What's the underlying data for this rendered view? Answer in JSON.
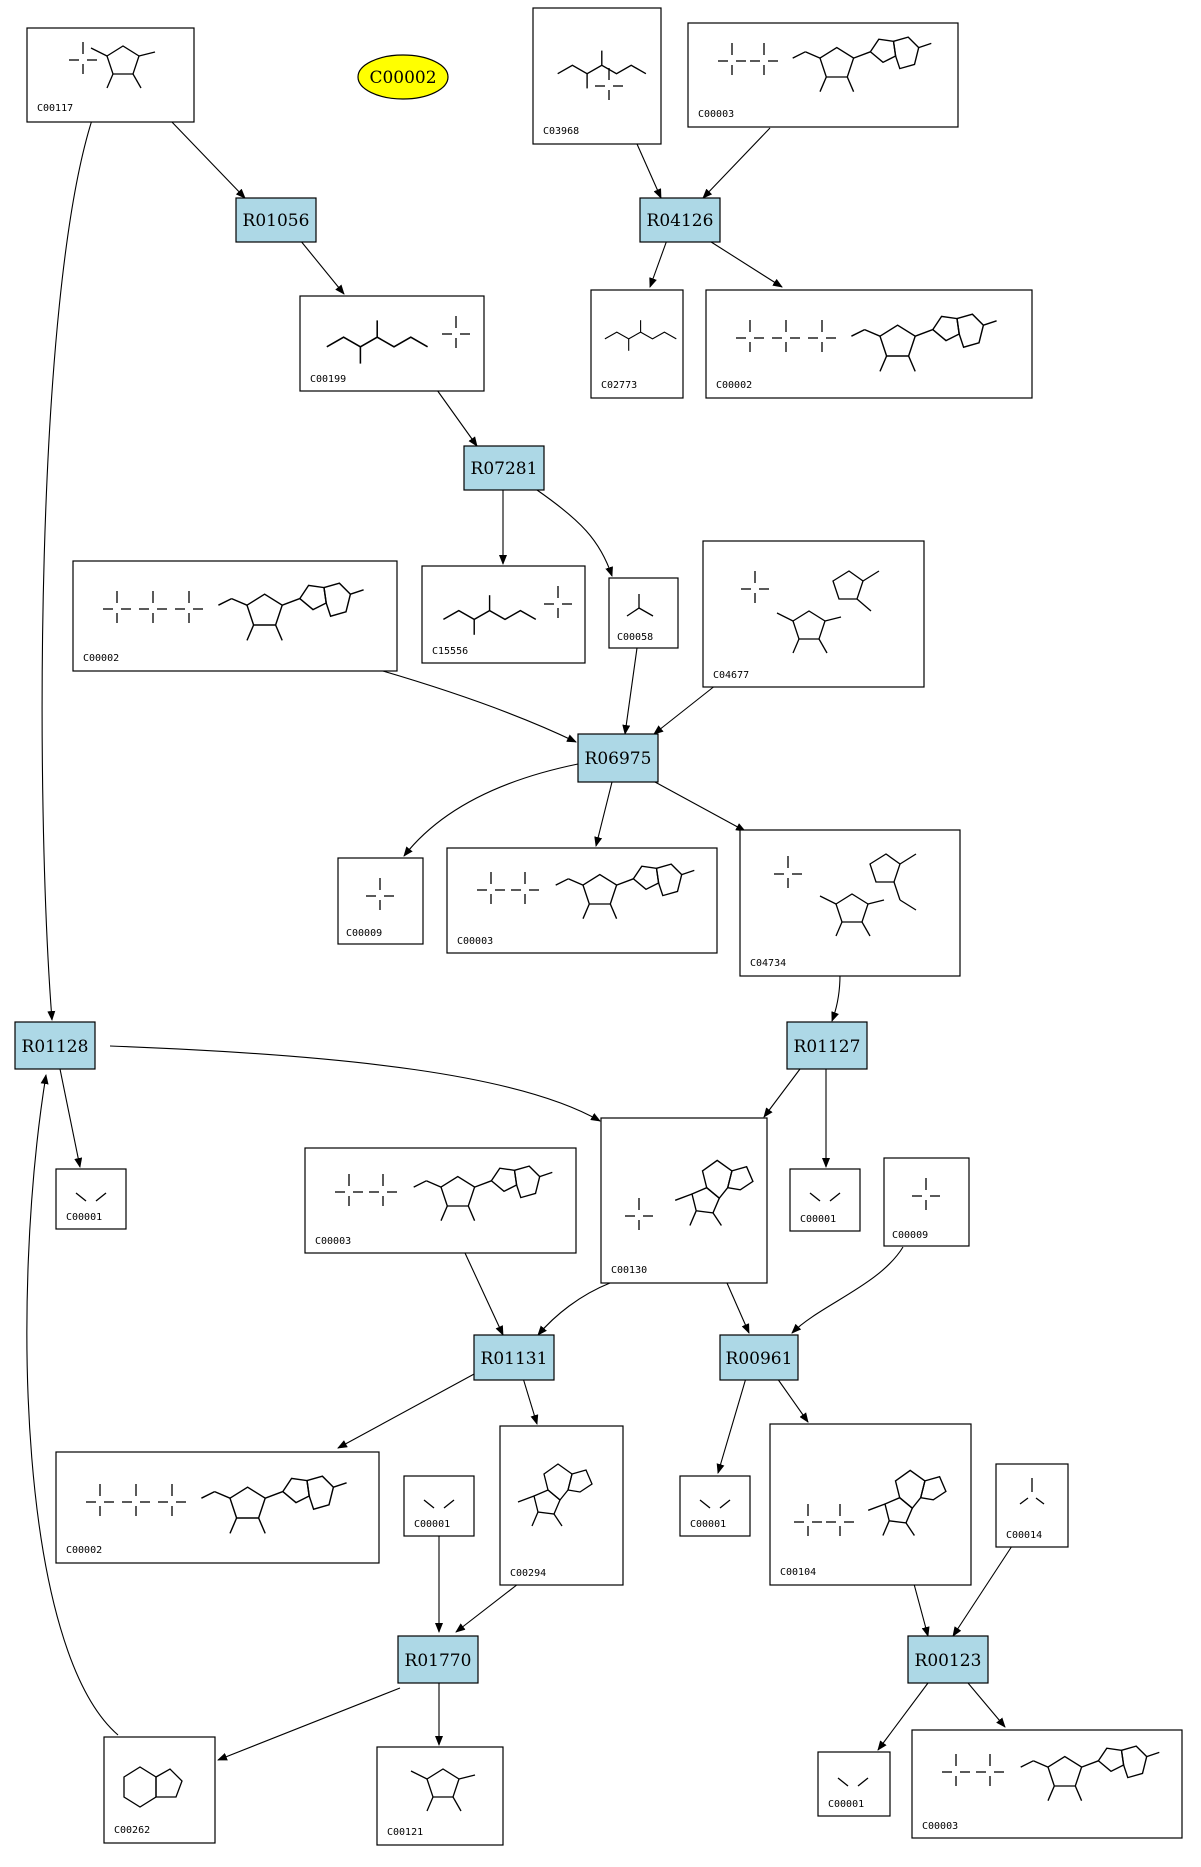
{
  "highlight": {
    "label": "C00002",
    "color": "#ffff00"
  },
  "colors": {
    "reaction_fill": "#add8e6",
    "compound_fill": "#ffffff",
    "stroke": "#000000"
  },
  "reactions": [
    {
      "id": "R01056"
    },
    {
      "id": "R04126"
    },
    {
      "id": "R07281"
    },
    {
      "id": "R06975"
    },
    {
      "id": "R01128"
    },
    {
      "id": "R01127"
    },
    {
      "id": "R01131"
    },
    {
      "id": "R00961"
    },
    {
      "id": "R01770"
    },
    {
      "id": "R00123"
    }
  ],
  "compounds": [
    {
      "id": "C00117"
    },
    {
      "id": "C03968"
    },
    {
      "id": "C00003"
    },
    {
      "id": "C00199"
    },
    {
      "id": "C02773"
    },
    {
      "id": "C00002"
    },
    {
      "id": "C00002"
    },
    {
      "id": "C15556"
    },
    {
      "id": "C00058"
    },
    {
      "id": "C04677"
    },
    {
      "id": "C00009"
    },
    {
      "id": "C00003"
    },
    {
      "id": "C04734"
    },
    {
      "id": "C00001"
    },
    {
      "id": "C00003"
    },
    {
      "id": "C00130"
    },
    {
      "id": "C00001"
    },
    {
      "id": "C00009"
    },
    {
      "id": "C00002"
    },
    {
      "id": "C00001"
    },
    {
      "id": "C00294"
    },
    {
      "id": "C00001"
    },
    {
      "id": "C00104"
    },
    {
      "id": "C00014"
    },
    {
      "id": "C00262"
    },
    {
      "id": "C00121"
    },
    {
      "id": "C00001"
    },
    {
      "id": "C00003"
    }
  ]
}
